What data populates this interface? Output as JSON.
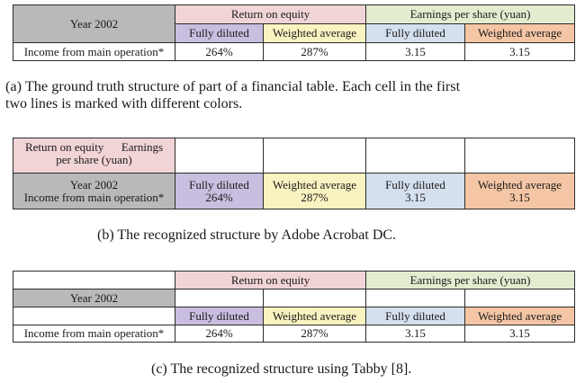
{
  "figure_a": {
    "header_year": "Year 2002",
    "header_roe": "Return on equity",
    "header_eps": "Earnings per share (yuan)",
    "sub_fully_diluted_1": "Fully diluted",
    "sub_weighted_avg_1": "Weighted average",
    "sub_fully_diluted_2": "Fully diluted",
    "sub_weighted_avg_2": "Weighted average",
    "row_label": "Income from main operation*",
    "v1": "264%",
    "v2": "287%",
    "v3": "3.15",
    "v4": "3.15",
    "caption_line1": "(a) The ground truth structure of part of a financial table. Each cell in the first",
    "caption_line2": "two lines is marked with different colors."
  },
  "figure_b": {
    "merged_line1": "Return on equity      Earnings",
    "merged_line2": "per share (yuan)",
    "year": "Year 2002",
    "row_label": "Income from main operation*",
    "c1_line1": "Fully diluted",
    "c1_line2": "264%",
    "c2_line1": "Weighted average",
    "c2_line2": "287%",
    "c3_line1": "Fully diluted",
    "c3_line2": "3.15",
    "c4_line1": "Weighted average",
    "c4_line2": "3.15",
    "caption": "(b) The recognized structure by Adobe Acrobat DC."
  },
  "figure_c": {
    "header_roe": "Return on equity",
    "header_eps": "Earnings per share (yuan)",
    "year": "Year 2002",
    "sub_fully_diluted_1": "Fully diluted",
    "sub_weighted_avg_1": "Weighted average",
    "sub_fully_diluted_2": "Fully diluted",
    "sub_weighted_avg_2": "Weighted average",
    "row_label": "Income from main operation*",
    "v1": "264%",
    "v2": "287%",
    "v3": "3.15",
    "v4": "3.15",
    "caption": "(c) The recognized structure using Tabby [8]."
  },
  "colors": {
    "gray": "#b9b9b9",
    "pink": "#f1d4d6",
    "green": "#e4ecd0",
    "purple": "#c9bedf",
    "yellow": "#f9f3c1",
    "blue": "#d5e0ef",
    "orange": "#f5c6a5"
  }
}
